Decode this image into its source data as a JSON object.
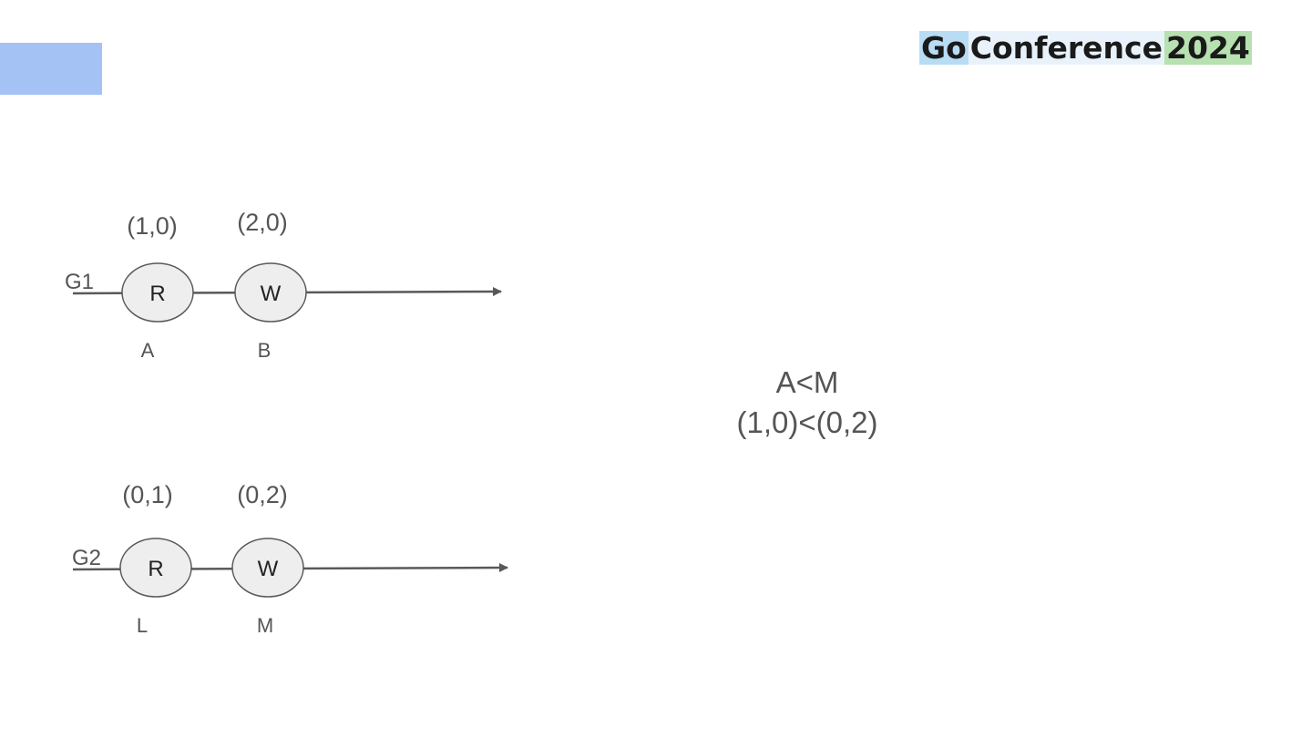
{
  "logo": {
    "part1": "Go",
    "part2": "Conference",
    "part3": "2024",
    "colors": {
      "part1_bg": "#b9dcf5",
      "part2_bg": "#e9f2fb",
      "part3_bg": "#b7e1b0"
    }
  },
  "corner_block": {
    "color": "#a4c2f4"
  },
  "timelines": [
    {
      "goroutine": "G1",
      "events": [
        {
          "op": "R",
          "name": "A",
          "clock": "(1,0)"
        },
        {
          "op": "W",
          "name": "B",
          "clock": "(2,0)"
        }
      ]
    },
    {
      "goroutine": "G2",
      "events": [
        {
          "op": "R",
          "name": "L",
          "clock": "(0,1)"
        },
        {
          "op": "W",
          "name": "M",
          "clock": "(0,2)"
        }
      ]
    }
  ],
  "comparison": {
    "line1": "A<M",
    "line2": "(1,0)<(0,2)"
  },
  "colors": {
    "line": "#595959",
    "node_fill": "#eeeeee",
    "text": "#555555"
  }
}
